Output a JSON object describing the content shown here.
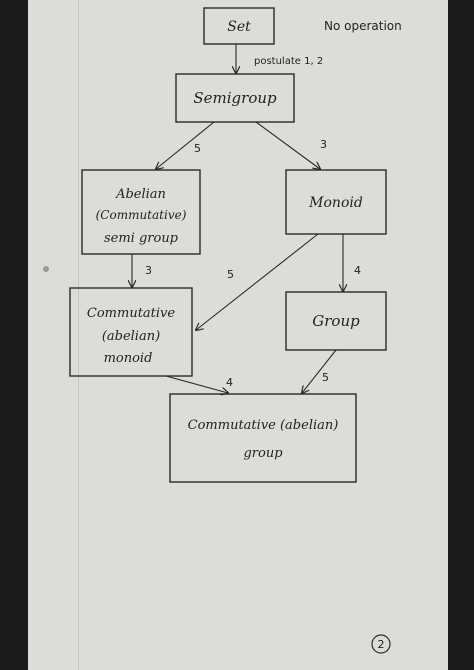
{
  "nodes": {
    "set": "Set",
    "semigroup": "Semigroup",
    "abelian_semigroup": [
      "Abelian",
      "(Commutative)",
      "semi group"
    ],
    "monoid": "Monoid",
    "commutative_monoid": [
      "Commutative",
      "(abelian)",
      "monoid"
    ],
    "group": "Group",
    "commutative_group": [
      "Commutative (abelian)",
      "group"
    ]
  },
  "notes": {
    "no_operation": "No operation",
    "postulate": "postulate 1, 2"
  },
  "edges": {
    "semigroup_to_abelian": "5",
    "semigroup_to_monoid": "3",
    "abelian_to_commutative_monoid": "3",
    "monoid_to_commutative_monoid": "5",
    "monoid_to_group": "4",
    "commutative_monoid_to_commutative_group": "4",
    "group_to_commutative_group": "5"
  },
  "page_number": "2"
}
